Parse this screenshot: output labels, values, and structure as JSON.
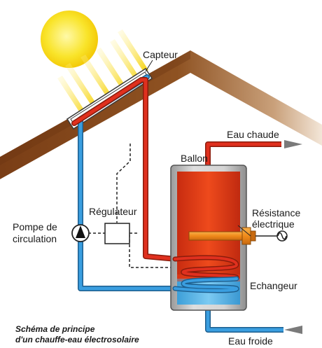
{
  "diagram": {
    "labels": {
      "capteur": "Capteur",
      "eau_chaude": "Eau chaude",
      "ballon": "Ballon",
      "regulateur": "Régulateur",
      "pompe_line1": "Pompe de",
      "pompe_line2": "circulation",
      "resistance_line1": "Résistance",
      "resistance_line2": "électrique",
      "echangeur": "Echangeur",
      "eau_froide": "Eau froide"
    },
    "caption": {
      "line1": "Schéma de principe",
      "line2": "d'un chauffe-eau électrosolaire"
    },
    "colors": {
      "sun": "#f7e21c",
      "sun_rays": "#f2d400",
      "roof": "#8a4a20",
      "hot_pipe": "#e0301e",
      "cold_pipe": "#3a9ee0",
      "tank_shell": "#c8c8c8",
      "tank_hot": "#e8401a",
      "tank_cold": "#6ec2ee",
      "resistance": "#f08a1a"
    }
  }
}
